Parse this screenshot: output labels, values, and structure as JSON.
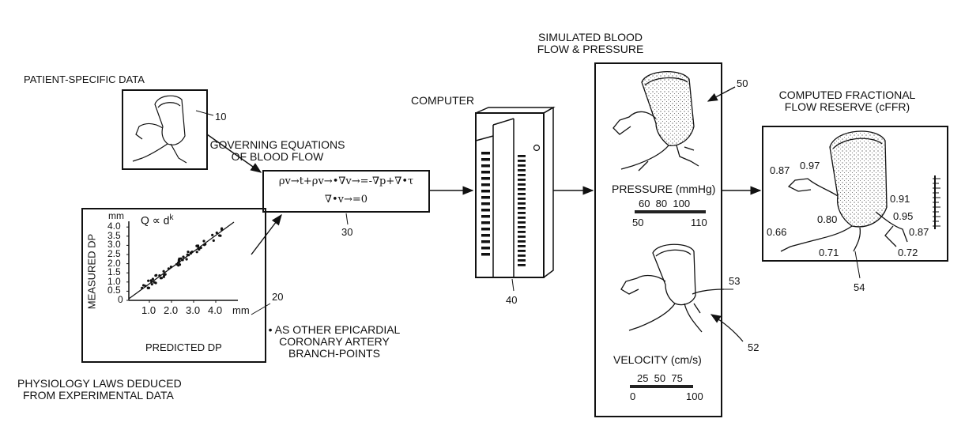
{
  "labels": {
    "patient_data": "PATIENT-SPECIFIC DATA",
    "governing_eq_1": "GOVERNING EQUATIONS",
    "governing_eq_2": "OF BLOOD FLOW",
    "computer": "COMPUTER",
    "simulated_1": "SIMULATED BLOOD",
    "simulated_2": "FLOW & PRESSURE",
    "cffr_1": "COMPUTED FRACTIONAL",
    "cffr_2": "FLOW RESERVE (cFFR)",
    "physiology_1": "PHYSIOLOGY LAWS DEDUCED",
    "physiology_2": "FROM EXPERIMENTAL DATA",
    "note_1": "• AS OTHER EPICARDIAL",
    "note_2": "CORONARY ARTERY",
    "note_3": "BRANCH-POINTS"
  },
  "equations": {
    "line1": "ρv→t+ρv→•∇v→=-∇p+∇•τ",
    "line2": "∇•v→=0"
  },
  "refs": {
    "r10": "10",
    "r20": "20",
    "r30": "30",
    "r40": "40",
    "r50": "50",
    "r52": "52",
    "r53": "53",
    "r54": "54"
  },
  "plot": {
    "ylabel": "MEASURED Dp",
    "xlabel": "PREDICTED Dp",
    "yunit": "mm",
    "xunit": "mm",
    "law": "Q ∝ d",
    "law_exp": "k",
    "yticks": [
      "4.0",
      "3.5",
      "3.0",
      "2.5",
      "2.0",
      "1.5",
      "1.0",
      "0.5",
      "0"
    ],
    "xticks": [
      "1.0",
      "2.0",
      "3.0",
      "4.0"
    ]
  },
  "pressure": {
    "title": "PRESSURE (mmHg)",
    "scale_top": "60  80  100",
    "scale_min": "50",
    "scale_max": "110"
  },
  "velocity": {
    "title": "VELOCITY (cm/s)",
    "scale_top": "25  50  75",
    "scale_min": "0",
    "scale_max": "100"
  },
  "ffr_values": {
    "v087a": "0.87",
    "v097": "0.97",
    "v091": "0.91",
    "v080": "0.80",
    "v095": "0.95",
    "v066": "0.66",
    "v087b": "0.87",
    "v071": "0.71",
    "v072": "0.72"
  }
}
